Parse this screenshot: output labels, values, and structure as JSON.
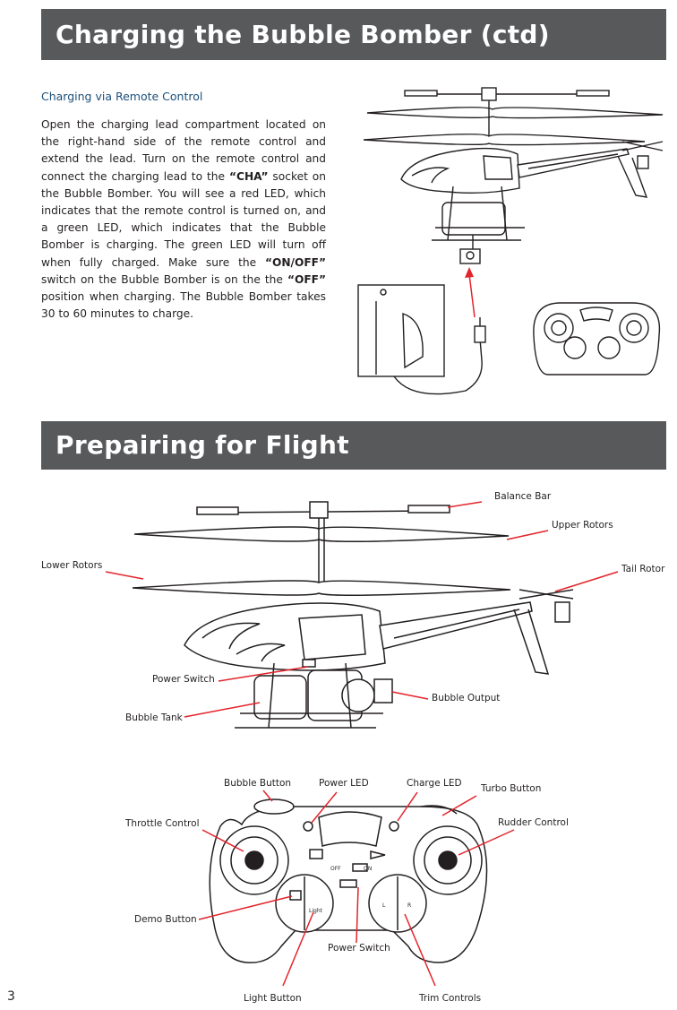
{
  "section1": {
    "title": "Charging the Bubble Bomber (ctd)",
    "subheading": "Charging via Remote Control",
    "p1": "Open the charging lead compartment located on the right-hand side of the remote control and extend the lead. Turn on the remote control and connect the charging lead to the ",
    "cha": "“CHA”",
    "p2": " socket on the Bubble Bomber. You will see a red LED, which indicates that the remote control is turned on, and a green LED, which indicates that the Bubble Bomber is charging. The green LED will turn off when fully charged. Make sure the ",
    "onoff": "“ON/OFF”",
    "p3": " switch on the Bubble Bomber is on the the ",
    "off": "“OFF”",
    "p4": " position when charging. The Bubble Bomber takes 30 to 60 minutes to charge."
  },
  "section2": {
    "title": "Prepairing for Flight",
    "heli_labels": {
      "balance_bar": "Balance Bar",
      "upper_rotors": "Upper Rotors",
      "lower_rotors": "Lower Rotors",
      "tail_rotor": "Tail Rotor",
      "power_switch": "Power Switch",
      "bubble_output": "Bubble Output",
      "bubble_tank": "Bubble Tank"
    },
    "remote_labels": {
      "bubble_button": "Bubble Button",
      "power_led": "Power LED",
      "charge_led": "Charge LED",
      "turbo_button": "Turbo Button",
      "throttle_control": "Throttle Control",
      "rudder_control": "Rudder Control",
      "demo_button": "Demo Button",
      "power_switch": "Power Switch",
      "light_button": "Light Button",
      "trim_controls": "Trim Controls"
    }
  },
  "page_number": "3"
}
